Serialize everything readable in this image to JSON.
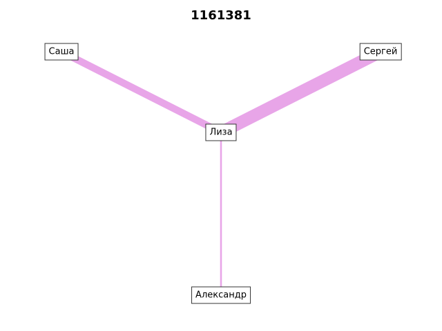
{
  "title": "1161381",
  "colors": {
    "edge": "#e8a5e8",
    "node_border": "#333333",
    "node_fill": "#ffffff"
  },
  "nodes": [
    {
      "id": "sasha",
      "label": "Саша"
    },
    {
      "id": "sergey",
      "label": "Сергей"
    },
    {
      "id": "liza",
      "label": "Лиза"
    },
    {
      "id": "aleksandr",
      "label": "Александр"
    }
  ],
  "edges": [
    {
      "source": "sasha",
      "target": "liza",
      "weight": 4
    },
    {
      "source": "sergey",
      "target": "liza",
      "weight": 7
    },
    {
      "source": "aleksandr",
      "target": "liza",
      "weight": 1
    }
  ]
}
